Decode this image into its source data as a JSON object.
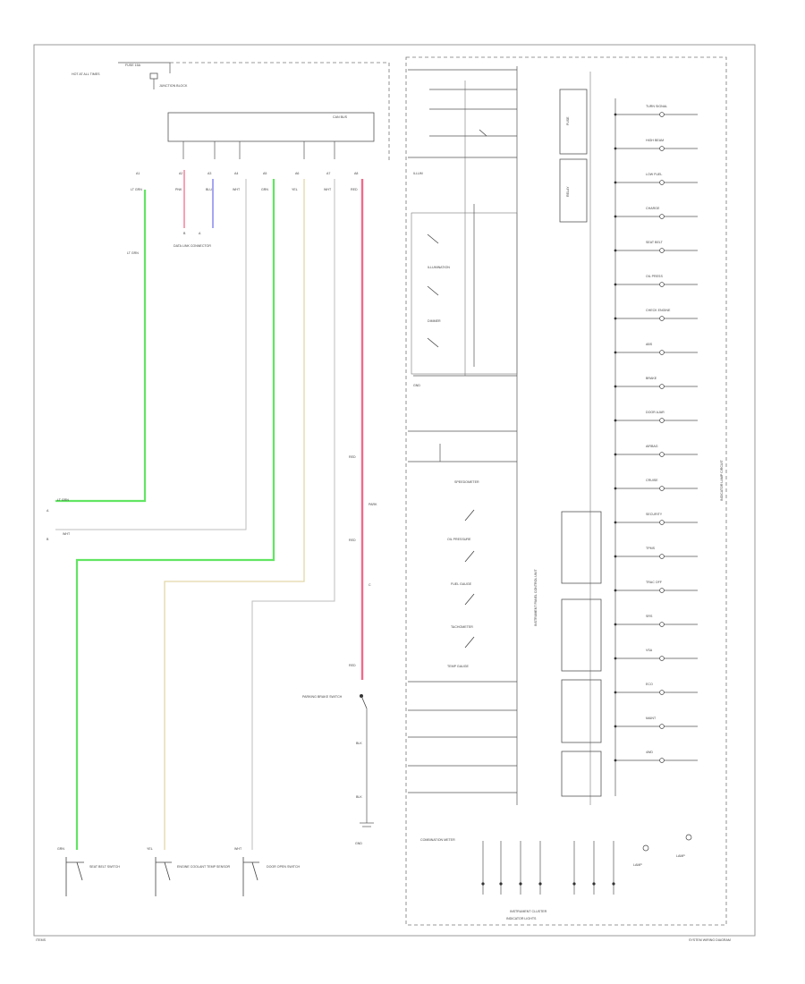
{
  "page": {
    "footer_left": "ITEMS",
    "footer_right": "SYSTEM WIRING DIAGRAM"
  },
  "power": {
    "fuse_label": "HOT AT ALL TIMES",
    "block_label": "JUNCTION BLOCK",
    "can_label": "CAN BUS",
    "fuse_id": "FUSE 15A"
  },
  "connector": {
    "label": "DATA LINK CONNECTOR"
  },
  "wire_labels": {
    "l_green": "LT GRN",
    "white": "WHT",
    "l_green_b": "LT GRN"
  },
  "switches": {
    "parking_brake": "PARKING BRAKE SWITCH",
    "ground": "GND",
    "switch_left": "SEAT BELT SWITCH",
    "switch_mid": "ENGINE COOLANT TEMP SENSOR",
    "switch_right": "DOOR OPEN SWITCH"
  },
  "cluster": {
    "title": "INSTRUMENT CLUSTER",
    "subtitle": "COMBINATION METER",
    "side_label": "INSTRUMENT PANEL CONTROL UNIT",
    "gauge_speed": "SPEEDOMETER",
    "gauge_tach": "TACHOMETER",
    "gauge_fuel": "FUEL GAUGE",
    "gauge_temp": "TEMP GAUGE",
    "gauge_oil": "OIL PRESSURE",
    "label_a": "ILLUMINATION",
    "label_b": "DIMMER",
    "bottom_label": "INDICATOR LIGHTS"
  },
  "indicators": [
    "TURN SIGNAL",
    "HIGH BEAM",
    "LOW FUEL",
    "CHARGE",
    "SEAT BELT",
    "OIL PRESS",
    "CHECK ENGINE",
    "ABS",
    "BRAKE",
    "DOOR AJAR",
    "AIRBAG",
    "CRUISE",
    "SECURITY",
    "TPMS",
    "TRAC OFF",
    "SRS",
    "VSA",
    "ECO",
    "MAINT",
    "4WD"
  ],
  "right_label": "INDICATOR LAMP CIRCUIT",
  "colors": {
    "green_wire": "#62e562",
    "yellow_wire": "#e2d7a8",
    "red_wire": "#f06a8a",
    "blue_wire": "#7e7ff0"
  }
}
